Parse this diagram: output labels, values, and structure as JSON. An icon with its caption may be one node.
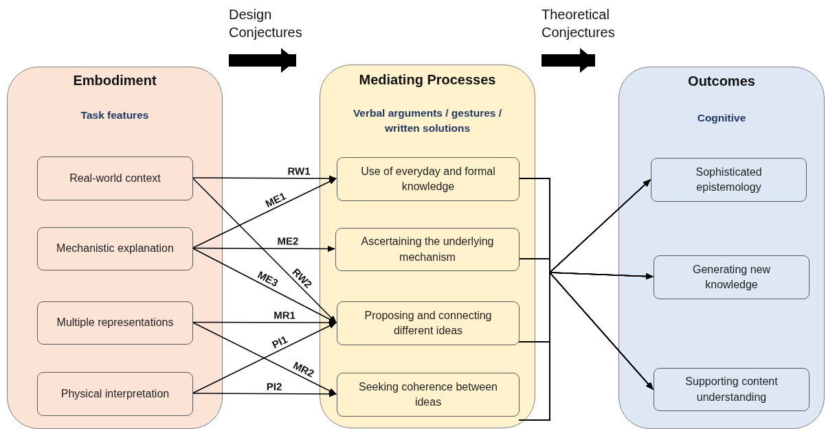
{
  "diagram": {
    "nodes": [
      {
        "text": [
          "Embodiment",
          "Task features"
        ]
      },
      {
        "text": [
          "Real-world context"
        ],
        "in": 0
      },
      {
        "text": [
          "Mechanistic explanation"
        ],
        "in": 0
      },
      {
        "text": [
          "Multiple representations"
        ],
        "in": 0
      },
      {
        "text": [
          "Physical interpretation"
        ],
        "in": 0
      },
      {
        "text": [
          "Mediating Processes",
          "Verbal arguments / gestures / written solutions"
        ]
      },
      {
        "text": [
          "Use of everyday and formal knowledge"
        ],
        "in": 5
      },
      {
        "text": [
          "Ascertaining the underlying mechanism"
        ],
        "in": 5
      },
      {
        "text": [
          "Proposing and connecting different ideas"
        ],
        "in": 5
      },
      {
        "text": [
          "Seeking coherence between ideas"
        ],
        "in": 5
      },
      {
        "text": [
          "Outcomes",
          "Cognitive"
        ]
      },
      {
        "text": [
          "Sophisticated epistemology"
        ],
        "in": 10
      },
      {
        "text": [
          "Generating new knowledge"
        ],
        "in": 10
      },
      {
        "text": [
          "Supporting content understanding"
        ],
        "in": 10
      }
    ],
    "edges": [
      {
        "from": 0,
        "to": 5,
        "arrow": "to",
        "label": "Design Conjectures",
        "style": "thick"
      },
      {
        "from": 5,
        "to": 10,
        "arrow": "to",
        "label": "Theoretical Conjectures",
        "style": "thick"
      },
      {
        "from": 1,
        "to": 6,
        "arrow": "to",
        "label": "RW1"
      },
      {
        "from": 1,
        "to": 8,
        "arrow": "to",
        "label": "RW2"
      },
      {
        "from": 2,
        "to": 6,
        "arrow": "to",
        "label": "ME1"
      },
      {
        "from": 2,
        "to": 7,
        "arrow": "to",
        "label": "ME2"
      },
      {
        "from": 2,
        "to": 8,
        "arrow": "to",
        "label": "ME3"
      },
      {
        "from": 3,
        "to": 8,
        "arrow": "to",
        "label": "MR1"
      },
      {
        "from": 3,
        "to": 9,
        "arrow": "to",
        "label": "MR2"
      },
      {
        "from": 4,
        "to": 8,
        "arrow": "to",
        "label": "PI1"
      },
      {
        "from": 4,
        "to": 9,
        "arrow": "to",
        "label": "PI2"
      },
      {
        "from": 6,
        "to": 11,
        "arrow": "to"
      },
      {
        "from": 6,
        "to": 12,
        "arrow": "to"
      },
      {
        "from": 6,
        "to": 13,
        "arrow": "to"
      },
      {
        "from": 7,
        "to": 11,
        "arrow": "to"
      },
      {
        "from": 7,
        "to": 12,
        "arrow": "to"
      },
      {
        "from": 7,
        "to": 13,
        "arrow": "to"
      },
      {
        "from": 8,
        "to": 11,
        "arrow": "to"
      },
      {
        "from": 8,
        "to": 12,
        "arrow": "to"
      },
      {
        "from": 8,
        "to": 13,
        "arrow": "to"
      },
      {
        "from": 9,
        "to": 11,
        "arrow": "to"
      },
      {
        "from": 9,
        "to": 12,
        "arrow": "to"
      },
      {
        "from": 9,
        "to": 13,
        "arrow": "to"
      }
    ]
  }
}
